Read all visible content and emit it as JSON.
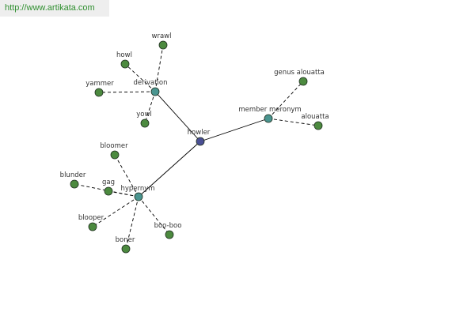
{
  "site_url": "http://www.artikata.com",
  "colors": {
    "root": "#4a4f94",
    "relation": "#4a9590",
    "leaf": "#4c8a3f",
    "edge": "#000000",
    "url_text": "#2f8f2f"
  },
  "graph": {
    "nodes": [
      {
        "id": "howler",
        "label": "howler",
        "kind": "root"
      },
      {
        "id": "derivation",
        "label": "derivation",
        "kind": "relation"
      },
      {
        "id": "member-meronym",
        "label": "member meronym",
        "kind": "relation"
      },
      {
        "id": "hypernym",
        "label": "hypernym",
        "kind": "relation"
      },
      {
        "id": "wrawl",
        "label": "wrawl",
        "kind": "leaf"
      },
      {
        "id": "howl",
        "label": "howl",
        "kind": "leaf"
      },
      {
        "id": "yammer",
        "label": "yammer",
        "kind": "leaf"
      },
      {
        "id": "yowl",
        "label": "yowl",
        "kind": "leaf"
      },
      {
        "id": "genus-alouatta",
        "label": "genus alouatta",
        "kind": "leaf"
      },
      {
        "id": "alouatta",
        "label": "alouatta",
        "kind": "leaf"
      },
      {
        "id": "bloomer",
        "label": "bloomer",
        "kind": "leaf"
      },
      {
        "id": "blunder",
        "label": "blunder",
        "kind": "leaf"
      },
      {
        "id": "gag",
        "label": "gag",
        "kind": "leaf"
      },
      {
        "id": "blooper",
        "label": "blooper",
        "kind": "leaf"
      },
      {
        "id": "boner",
        "label": "boner",
        "kind": "leaf"
      },
      {
        "id": "boo-boo",
        "label": "boo-boo",
        "kind": "leaf"
      }
    ],
    "edges": [
      {
        "from": "howler",
        "to": "derivation",
        "style": "solid"
      },
      {
        "from": "howler",
        "to": "member-meronym",
        "style": "solid"
      },
      {
        "from": "howler",
        "to": "hypernym",
        "style": "solid"
      },
      {
        "from": "derivation",
        "to": "wrawl",
        "style": "dashed"
      },
      {
        "from": "derivation",
        "to": "howl",
        "style": "dashed"
      },
      {
        "from": "derivation",
        "to": "yammer",
        "style": "dashed"
      },
      {
        "from": "derivation",
        "to": "yowl",
        "style": "dashed"
      },
      {
        "from": "member-meronym",
        "to": "genus-alouatta",
        "style": "dashed"
      },
      {
        "from": "member-meronym",
        "to": "alouatta",
        "style": "dashed"
      },
      {
        "from": "hypernym",
        "to": "bloomer",
        "style": "dashed"
      },
      {
        "from": "hypernym",
        "to": "blunder",
        "style": "dashed"
      },
      {
        "from": "hypernym",
        "to": "gag",
        "style": "dashed"
      },
      {
        "from": "hypernym",
        "to": "blooper",
        "style": "dashed"
      },
      {
        "from": "hypernym",
        "to": "boner",
        "style": "dashed"
      },
      {
        "from": "hypernym",
        "to": "boo-boo",
        "style": "dashed"
      }
    ]
  }
}
